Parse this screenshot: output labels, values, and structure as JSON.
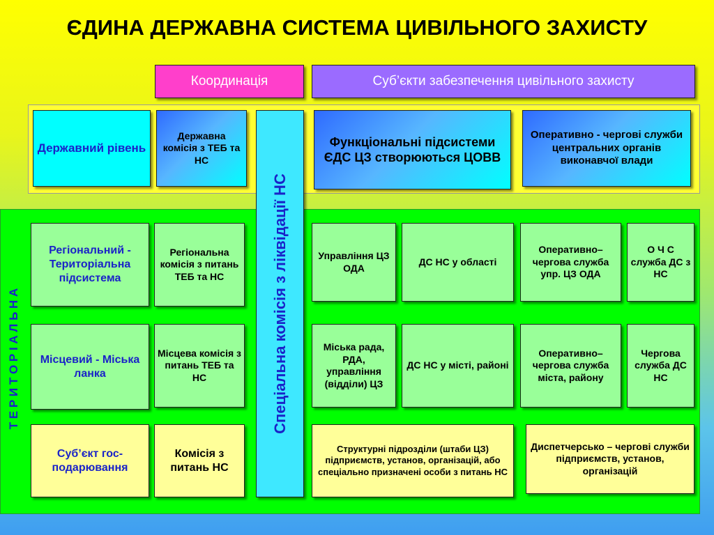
{
  "title": "ЄДИНА ДЕРЖАВНА СИСТЕМА ЦИВІЛЬНОГО ЗАХИСТУ",
  "headers": {
    "coordination": "Координація",
    "subjects": "Суб’єкти забезпечення цивільного захисту"
  },
  "vertical_commission": "Спеціальна комісія з ліквідації НС",
  "side_label": "Т Е Р И Т О Р І А Л Ь Н А",
  "state_level": {
    "level": "Державний рівень",
    "commission": "Державна комісія з ТЕБ та НС",
    "functional": "Функціональні підсистеми ЄДС ЦЗ створюються ЦОВВ",
    "duty": "Оперативно - чергові служби центральних органів виконавчої влади"
  },
  "regional": {
    "level": "Регіональний - Територіальна підсистема",
    "commission": "Регіональна комісія з питань ТЕБ та НС",
    "management": "Управління ЦЗ ОДА",
    "ds": "ДС НС у області",
    "duty": "Оперативно– чергова служба упр. ЦЗ ОДА",
    "ochs": "О Ч С служба ДС з НС"
  },
  "local": {
    "level": "Місцевий - Міська ланка",
    "commission": "Місцева комісія з питань ТЕБ та НС",
    "council": "Міська рада, РДА, управління (відділи) ЦЗ",
    "ds": "ДС НС у місті, районі",
    "duty": "Оперативно– чергова служба міста, району",
    "service": "Чергова служба ДС НС"
  },
  "economic": {
    "level": "Суб’єкт гос-подарювання",
    "commission": "Комісія з питань НС",
    "units": "Структурні підрозділи (штаби ЦЗ) підприємств, установ, організацій, або спеціально призначені особи з питань НС",
    "dispatch": "Диспетчерсько – чергові служби підприємств, установ, організацій"
  }
}
